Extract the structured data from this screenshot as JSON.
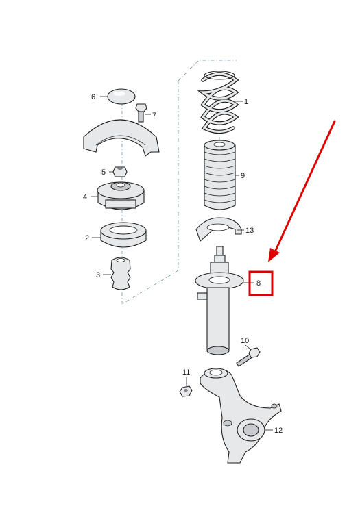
{
  "diagram": {
    "labels": {
      "p1": "1",
      "p2": "2",
      "p3": "3",
      "p4": "4",
      "p5": "5",
      "p6": "6",
      "p7": "7",
      "p8": "8",
      "p9": "9",
      "p10": "10",
      "p11": "11",
      "p12": "12",
      "p13": "13"
    },
    "highlight": {
      "target": "8",
      "color": "#e00000"
    }
  }
}
